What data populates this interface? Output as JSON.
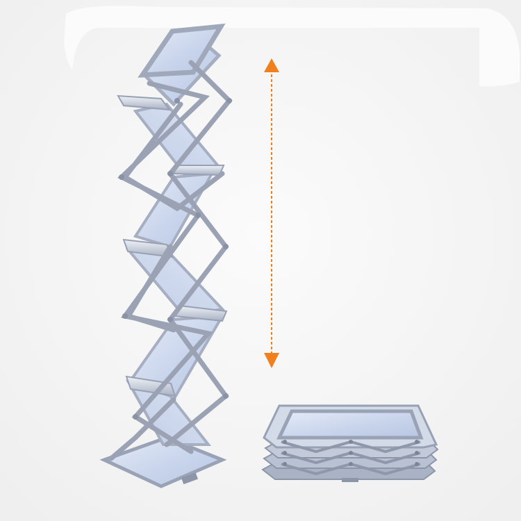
{
  "scene": {
    "subject": "folding-acrylic-brochure-stand",
    "states": [
      "expanded",
      "collapsed"
    ],
    "expanded_tier_count": 5,
    "collapsed_layer_count": 4
  },
  "colors": {
    "background": "#f3f3f3",
    "backdrop": "#f7f7f7",
    "frame": "#a7b0c1",
    "frame_dark": "#7f889b",
    "frame_light": "#d8dde8",
    "panel": "#c7d4ec",
    "panel_light": "#e4ebf7",
    "arrow": "#f07f1d"
  },
  "icons": {
    "height_arrow": "double-headed-vertical-arrow"
  }
}
